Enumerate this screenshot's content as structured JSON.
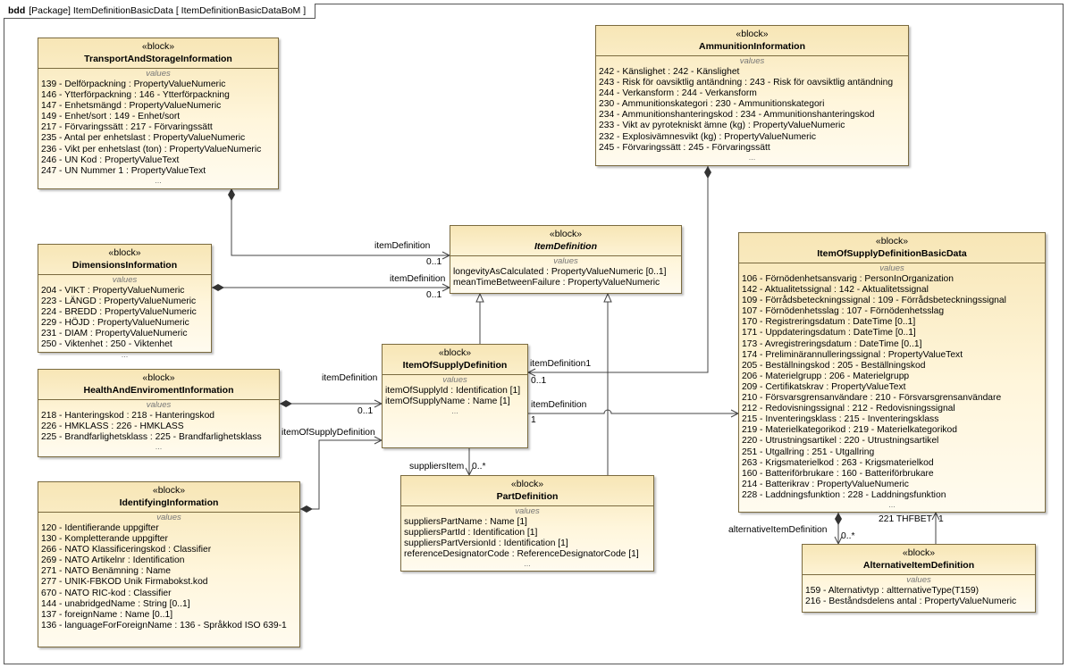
{
  "frame": {
    "kind": "bdd",
    "title": "[Package] ItemDefinitionBasicData [ ItemDefinitionBasicDataBoM ]"
  },
  "stereotype": "«block»",
  "values_caption": "values",
  "ellipsis": "...",
  "blocks": {
    "transport": {
      "name": "TransportAndStorageInformation",
      "values": [
        "139 - Delförpackning : PropertyValueNumeric",
        "146 - Ytterförpackning : 146 - Ytterförpackning",
        "147 - Enhetsmängd : PropertyValueNumeric",
        "149 - Enhet/sort : 149 - Enhet/sort",
        "217 - Förvaringssätt : 217 - Förvaringssätt",
        "235 - Antal per enhetslast : PropertyValueNumeric",
        "236 - Vikt per enhetslast (ton) : PropertyValueNumeric",
        "246 - UN Kod : PropertyValueText",
        "247 - UN Nummer 1 : PropertyValueText"
      ]
    },
    "dimensions": {
      "name": "DimensionsInformation",
      "values": [
        "204 - VIKT : PropertyValueNumeric",
        "223 - LÄNGD : PropertyValueNumeric",
        "224 - BREDD : PropertyValueNumeric",
        "229 - HÖJD : PropertyValueNumeric",
        "231 - DIAM : PropertyValueNumeric",
        "250 - Viktenhet : 250 - Viktenhet"
      ]
    },
    "health": {
      "name": "HealthAndEnviromentInformation",
      "values": [
        "218 - Hanteringskod : 218 - Hanteringskod",
        "226 - HMKLASS : 226 - HMKLASS",
        "225 - Brandfarlighetsklass : 225 - Brandfarlighetsklass"
      ]
    },
    "identifying": {
      "name": "IdentifyingInformation",
      "values": [
        "120 - Identifierande uppgifter",
        "130 - Kompletterande uppgifter",
        "266 - NATO Klassificeringskod : Classifier",
        "269 - NATO Artikelnr : Identification",
        "271 - NATO Benämning : Name",
        "277 - UNIK-FBKOD Unik Firmabokst.kod",
        "670 - NATO RIC-kod : Classifier",
        "144 - unabridgedName : String [0..1]",
        "137 - foreignName : Name [0..1]",
        "136 - languageForForeignName : 136 - Språkkod ISO 639-1"
      ]
    },
    "item_def": {
      "name": "ItemDefinition",
      "values": [
        "longevityAsCalculated : PropertyValueNumeric [0..1]",
        "meanTimeBetweenFailure : PropertyValueNumeric"
      ]
    },
    "item_supply": {
      "name": "ItemOfSupplyDefinition",
      "values": [
        "itemOfSupplyId : Identification [1]",
        "itemOfSupplyName : Name [1]"
      ]
    },
    "part": {
      "name": "PartDefinition",
      "values": [
        "suppliersPartName : Name [1]",
        "suppliersPartId : Identification [1]",
        "suppliersPartVersionId : Identification [1]",
        "referenceDesignatorCode : ReferenceDesignatorCode [1]"
      ]
    },
    "ammunition": {
      "name": "AmmunitionInformation",
      "values": [
        "242 - Känslighet : 242 - Känslighet",
        "243 - Risk för oavsiktlig antändning : 243 - Risk för oavsiktlig antändning",
        "244 - Verkansform : 244 - Verkansform",
        "230 - Ammunitionskategori : 230 - Ammunitionskategori",
        "234 - Ammunitionshanteringskod : 234 - Ammunitionshanteringskod",
        "233 - Vikt av pyrotekniskt ämne (kg) : PropertyValueNumeric",
        "232 - Explosivämnesvikt (kg) : PropertyValueNumeric",
        "245 - Förvaringssätt : 245 - Förvaringssätt"
      ]
    },
    "basic": {
      "name": "ItemOfSupplyDefinitionBasicData",
      "values": [
        "106 - Förnödenhetsansvarig : PersonInOrganization",
        "142 - Aktualitetssignal : 142 - Aktualitetssignal",
        "109 - Förrådsbeteckningssignal : 109 - Förrådsbeteckningssignal",
        "107 - Förnödenhetsslag : 107 - Förnödenhetsslag",
        "170 - Registreringsdatum : DateTime [0..1]",
        "171 - Uppdateringsdatum : DateTime [0..1]",
        "173 - Avregistreringsdatum : DateTime [0..1]",
        "174 - Preliminärannulleringssignal : PropertyValueText",
        "205 - Beställningskod : 205 - Beställningskod",
        "206 - Materielgrupp : 206 - Materielgrupp",
        "209 - Certifikatskrav : PropertyValueText",
        "210 - Försvarsgrensanvändare : 210 - Försvarsgrensanvändare",
        "212 - Redovisningssignal : 212 - Redovisningssignal",
        "215 - Inventeringsklass : 215 - Inventeringsklass",
        "219 - Materielkategorikod : 219 - Materielkategorikod",
        "220 - Utrustningsartikel : 220 - Utrustningsartikel",
        "251 - Utgallring : 251 - Utgallring",
        "263 - Krigsmaterielkod : 263 - Krigsmaterielkod",
        "160 - Batteriförbrukare : 160 - Batteriförbrukare",
        "214 - Batterikrav : PropertyValueNumeric",
        "228 - Laddningsfunktion : 228 - Laddningsfunktion"
      ]
    },
    "alternative": {
      "name": "AlternativeItemDefinition",
      "values": [
        "159 - Alternativtyp : altternativeType(T159)",
        "216 - Beståndsdelens antal : PropertyValueNumeric"
      ]
    }
  },
  "edge_labels": {
    "transport_role": "itemDefinition",
    "transport_mult": "0..1",
    "dim_role": "itemDefinition",
    "dim_mult": "0..1",
    "health_role": "itemDefinition",
    "health_mult": "0..1",
    "ident_role": "itemOfSupplyDefinition",
    "ammo_role": "itemDefinition1",
    "ammo_mult": "0..1",
    "basic_role": "itemDefinition",
    "basic_mult": "1",
    "supplier_role": "suppliersItem",
    "supplier_mult": "0..*",
    "alt_role": "alternativeItemDefinition",
    "alt_mult": "0..*",
    "thf_role": "221 THFBET",
    "thf_mult": "1"
  }
}
